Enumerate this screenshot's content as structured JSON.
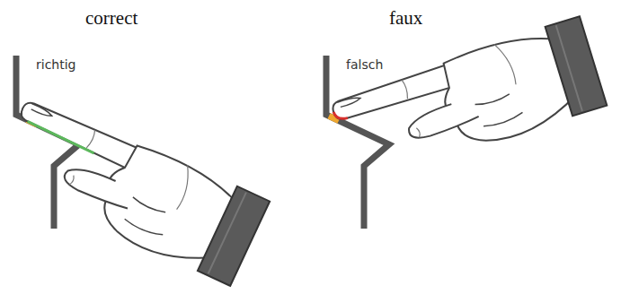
{
  "diagram": {
    "labels": [
      "correct",
      "faux",
      "richtig",
      "falsch"
    ]
  }
}
